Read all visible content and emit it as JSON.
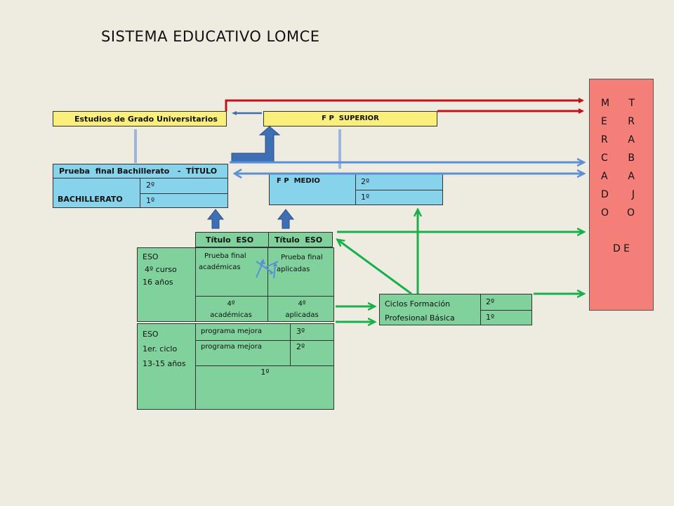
{
  "title": "SISTEMA EDUCATIVO LOMCE",
  "universidad": {
    "label": "Estudios de Grado Universitarios"
  },
  "fp_superior": {
    "label": "F P  SUPERIOR"
  },
  "bachillerato": {
    "header": "Prueba  final Bachillerato   -  TÍTULO",
    "label": "BACHILLERATO",
    "courses": [
      "2º",
      "1º"
    ]
  },
  "fp_medio": {
    "label": "F P  MEDIO",
    "courses": [
      "2º",
      "1º"
    ]
  },
  "titulos": [
    "Título  ESO",
    "Título  ESO"
  ],
  "eso_4": {
    "label_lines": [
      "ESO",
      "4º curso",
      "16 años"
    ],
    "prueba_academicas": [
      "Prueba final",
      "académicas"
    ],
    "prueba_aplicadas": [
      "Prueba final",
      "aplicadas"
    ],
    "cuarto_academicas": [
      "4º",
      "académicas"
    ],
    "cuarto_aplicadas": [
      "4º",
      "aplicadas"
    ]
  },
  "eso_1": {
    "label_lines": [
      "ESO",
      "1er. ciclo",
      "13-15  años"
    ],
    "rows": [
      {
        "program": "programa mejora",
        "course": "3º"
      },
      {
        "program": "programa mejora",
        "course": "2º"
      }
    ],
    "first": "1º"
  },
  "fp_basica": {
    "label_lines": [
      "Ciclos Formación",
      "Profesional  Básica"
    ],
    "courses": [
      "2º",
      "1º"
    ]
  },
  "mercado": {
    "rows": [
      [
        "M",
        "T"
      ],
      [
        "E",
        "R"
      ],
      [
        "R",
        "A"
      ],
      [
        "C",
        "B"
      ],
      [
        "A",
        "A"
      ],
      [
        "D",
        "J"
      ],
      [
        "O",
        "O"
      ]
    ],
    "de": "D E"
  },
  "colors": {
    "red_arrow": "#c0141c",
    "blue_arrow": "#5b8fd6",
    "green_arrow": "#18b04a",
    "dark_blue": "#3e6fb5"
  }
}
